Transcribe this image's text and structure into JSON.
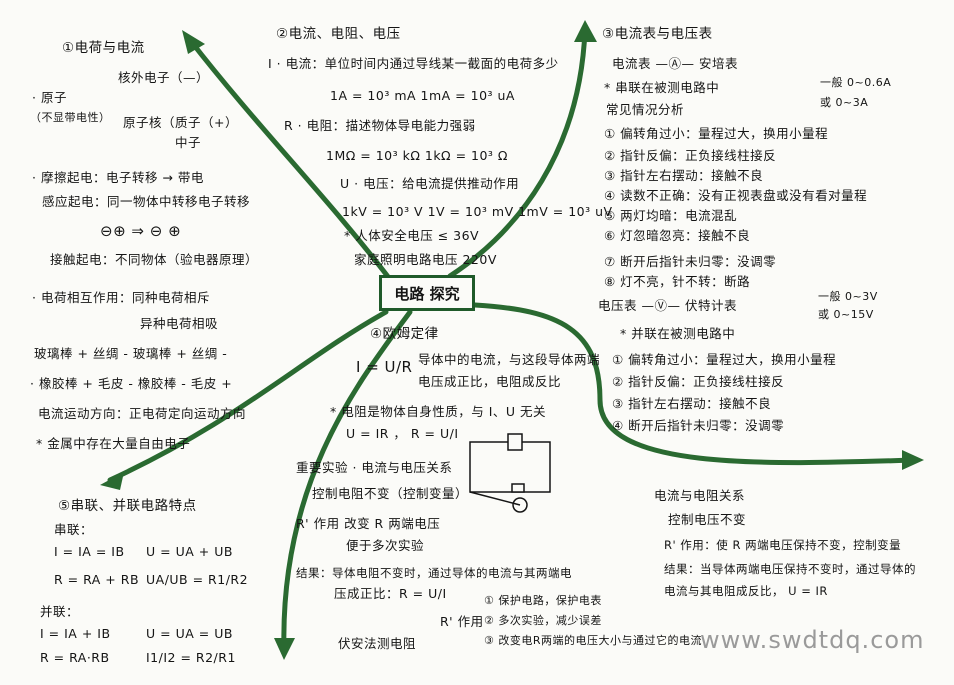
{
  "center_title": "电路 探究",
  "watermark": "www.swdtdq.com",
  "branch1": {
    "title": "①电荷与电流",
    "lines": [
      "核外电子（—）",
      "· 原子",
      "（不显带电性）",
      "原子核（质子（+）",
      "中子",
      "· 摩擦起电：电子转移 → 带电",
      "感应起电：同一物体中转移电子转移",
      "⊖⊕ ⇒ ⊖ ⊕",
      "接触起电：不同物体（验电器原理）",
      "· 电荷相互作用：同种电荷相斥",
      "异种电荷相吸",
      "玻璃棒 + 丝绸 - 玻璃棒 + 丝绸 -",
      "· 橡胶棒 + 毛皮 - 橡胶棒 - 毛皮 +",
      "电流运动方向：正电荷定向运动方向",
      "* 金属中存在大量自由电子"
    ]
  },
  "branch2": {
    "title": "②电流、电阻、电压",
    "lines": [
      "I · 电流：单位时间内通过导线某一截面的电荷多少",
      "1A = 10³ mA   1mA = 10³ uA",
      "R · 电阻：描述物体导电能力强弱",
      "1MΩ = 10³ kΩ   1kΩ = 10³ Ω",
      "U · 电压：给电流提供推动作用",
      "1kV = 10³ V   1V = 10³ mV   1mV = 10³ uV",
      "* 人体安全电压 ≤ 36V",
      "家庭照明电路电压 220V"
    ]
  },
  "branch3": {
    "title": "③电流表与电压表",
    "lines": [
      "电流表 —Ⓐ— 安培表",
      "* 串联在被测电路中",
      "常见情况分析",
      "一般 0~0.6A",
      "或 0~3A",
      "① 偏转角过小：量程过大，换用小量程",
      "② 指针反偏：正负接线柱接反",
      "③ 指针左右摆动：接触不良",
      "④ 读数不正确：没有正视表盘或没有看对量程",
      "⑤ 两灯均暗：电流混乱",
      "⑥ 灯忽暗忽亮：接触不良",
      "⑦ 断开后指针未归零：没调零",
      "⑧ 灯不亮，针不转：断路",
      "电压表 —Ⓥ— 伏特计表",
      "一般 0~3V",
      "或 0~15V",
      "* 并联在被测电路中",
      "① 偏转角过小：量程过大，换用小量程",
      "② 指针反偏：正负接线柱接反",
      "③ 指针左右摆动：接触不良",
      "④ 断开后指针未归零：没调零"
    ]
  },
  "branch4": {
    "title": "④欧姆定律",
    "lines": [
      "I = U/R",
      "导体中的电流，与这段导体两端",
      "电压成正比，电阻成反比",
      "* 电阻是物体自身性质，与 I、U 无关",
      "U = IR ， R = U/I",
      "重要实验 · 电流与电压关系",
      "控制电阻不变（控制变量）",
      "R' 作用   改变 R 两端电压",
      "便于多次实验",
      "结果：导体电阻不变时，通过导体的电流与其两端电",
      "压成正比：R = U/I",
      "伏安法测电阻",
      "R' 作用",
      "① 保护电路，保护电表",
      "② 多次实验，减少误差",
      "③ 改变电R两端的电压大小与通过它的电流",
      "电流与电阻关系",
      "控制电压不变",
      "R' 作用：使 R 两端电压保持不变，控制变量",
      "结果：当导体两端电压保持不变时，通过导体的",
      "电流与其电阻成反比， U = IR"
    ]
  },
  "branch5": {
    "title": "⑤串联、并联电路特点",
    "series_label": "串联：",
    "series_lines": [
      "I = IA = IB",
      "U = UA + UB",
      "R = RA + RB",
      "UA/UB = R1/R2"
    ],
    "parallel_label": "并联：",
    "parallel_lines": [
      "I = IA + IB",
      "U = UA = UB",
      "R = RA·RB",
      "I1/I2 = R2/R1"
    ]
  },
  "colors": {
    "branch": "#2a6a31",
    "ink": "#151515",
    "watermark": "#9a9a9a"
  }
}
